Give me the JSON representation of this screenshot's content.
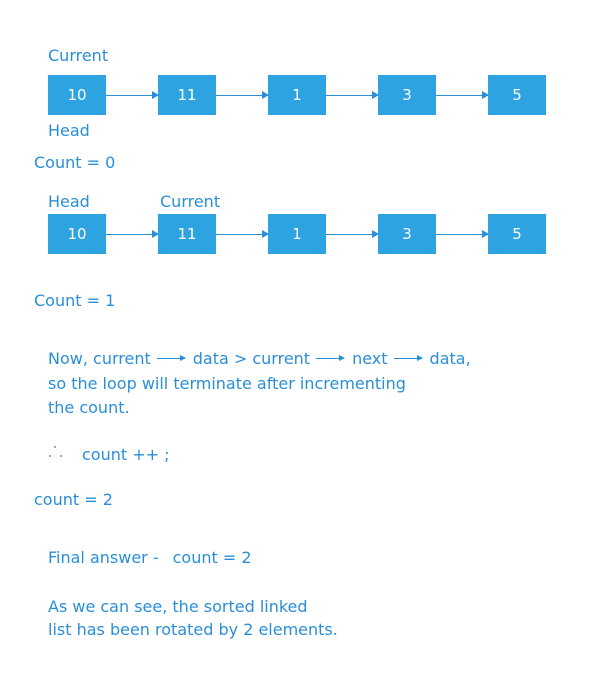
{
  "diagram1": {
    "label_top": "Current",
    "label_bottom": "Head",
    "nodes": [
      "10",
      "11",
      "1",
      "3",
      "5"
    ],
    "count_text": "Count  = 0"
  },
  "diagram2": {
    "label_head": "Head",
    "label_current": "Current",
    "nodes": [
      "10",
      "11",
      "1",
      "3",
      "5"
    ],
    "count_text": "Count  = 1"
  },
  "explanation": {
    "line1_a": "Now,  current",
    "line1_b": "data > current",
    "line1_c": "next",
    "line1_d": "data,",
    "line2": "so the loop will terminate after incrementing",
    "line3": "the count."
  },
  "increment_text": "count ++ ;",
  "count_result": "count = 2",
  "final_answer": {
    "label": "Final answer -",
    "value": "count = 2"
  },
  "conclusion": {
    "line1": "As we can see, the sorted linked",
    "line2": "list has been rotated by 2 elements."
  }
}
